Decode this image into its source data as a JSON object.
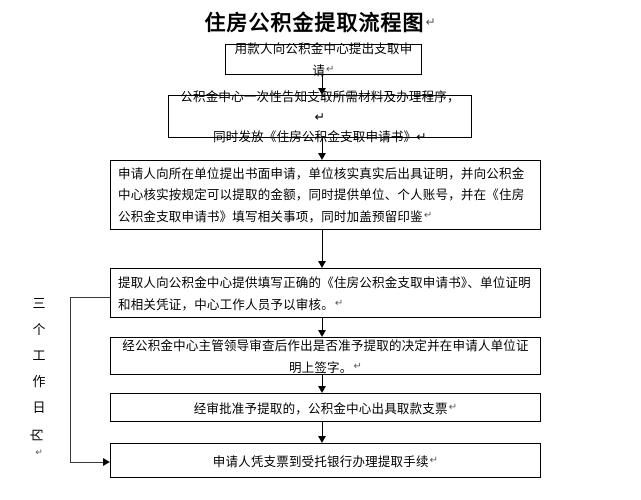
{
  "title": {
    "text": "住房公积金提取流程图",
    "mark": "↵"
  },
  "side_label": {
    "chars": [
      "三",
      "个",
      "工",
      "作",
      "日"
    ],
    "rotated_char": "内",
    "mark": "↵"
  },
  "nodes": [
    {
      "id": "node-1",
      "lines": [
        "用款人向公积金中心提出支取申请"
      ],
      "mark": "↵",
      "align": "center"
    },
    {
      "id": "node-2",
      "lines": [
        "公积金中心一次性告知支取所需材料及办理程序，↵",
        "同时发放《住房公积金支取申请书》↵"
      ],
      "mark": "",
      "align": "center"
    },
    {
      "id": "node-3",
      "lines": [
        "申请人向所在单位提出书面申请，单位核实真实后出具证明，并向公积金中心核实按规定可以提取的金额，同时提供单位、个人账号，并在《住房公积金支取申请书》填写相关事项，同时加盖预留印鉴"
      ],
      "mark": "↵",
      "align": "justify"
    },
    {
      "id": "node-4",
      "lines": [
        "提取人向公积金中心提供填写正确的《住房公积金支取申请书》、单位证明和相关凭证，中心工作人员予以审核。"
      ],
      "mark": "↵",
      "align": "justify"
    },
    {
      "id": "node-5",
      "lines": [
        "经公积金中心主管领导审查后作出是否准予提取的决定并在申请人单位证明上签字。"
      ],
      "mark": "↵",
      "align": "center"
    },
    {
      "id": "node-6",
      "lines": [
        "经审批准予提取的，公积金中心出具取款支票"
      ],
      "mark": "↵",
      "align": "center"
    },
    {
      "id": "node-7",
      "lines": [
        "申请人凭支票到受托银行办理提取手续"
      ],
      "mark": "↵",
      "align": "center"
    }
  ],
  "colors": {
    "stroke": "#000000",
    "loop_stroke": "#3a3a3a",
    "background": "#ffffff",
    "text": "#000000"
  }
}
